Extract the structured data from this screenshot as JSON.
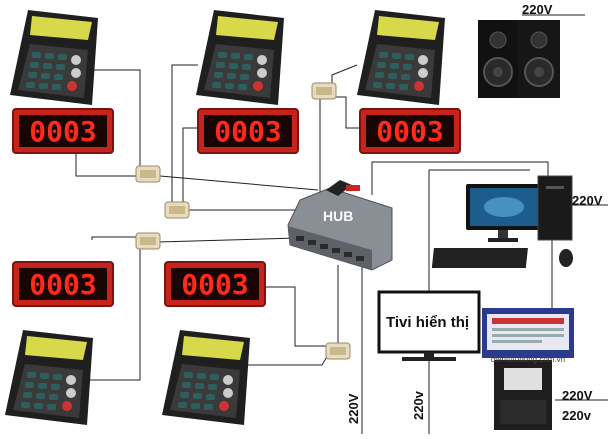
{
  "hub": {
    "label": "HUB"
  },
  "tv": {
    "label": "Tivi hiển thị"
  },
  "displays": [
    {
      "value": "0003"
    },
    {
      "value": "0003"
    },
    {
      "value": "0003"
    },
    {
      "value": "0003"
    },
    {
      "value": "0003"
    }
  ],
  "power_labels": {
    "speakers": "220V",
    "computer": "220V",
    "printer_top": "220V",
    "printer_bottom": "220v",
    "tv": "220v",
    "hub": "220V"
  },
  "printer": {
    "watermark": "dientutudong.com.vn"
  },
  "colors": {
    "display_bg": "#c8221d",
    "display_digit": "#ff2a1a",
    "keypad_body": "#222222",
    "keypad_screen": "#d7d94a",
    "hub_body": "#8a8f96",
    "wire": "#222222"
  }
}
